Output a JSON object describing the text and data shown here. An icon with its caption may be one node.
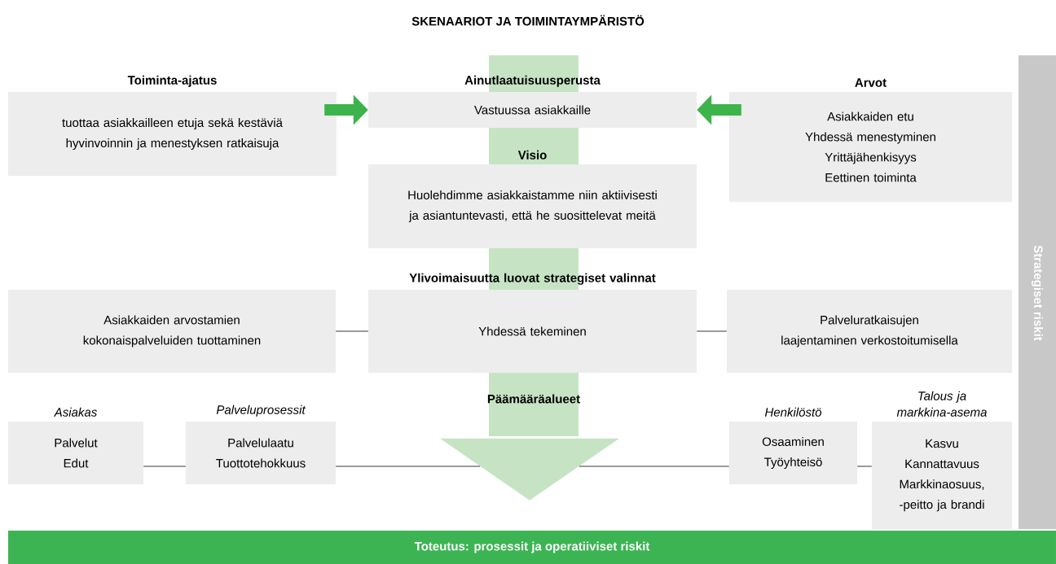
{
  "diagram": {
    "title": "SKENAARIOT JA TOIMINTAYMPÄRISTÖ",
    "nodes": [
      {
        "text": [
          "Toiminta-ajatus",
          "tuottaa asiakkailleen etuja sekä kestäviä hyvinvoinnin ja menestyksen ratkaisuja"
        ]
      },
      {
        "text": [
          "Ainutlaatuisuusperusta",
          "Vastuussa asiakkaille"
        ]
      },
      {
        "text": [
          "Arvot",
          "Asiakkaiden etu",
          "Yhdessä menestyminen",
          "Yrittäjähenkisyys",
          "Eettinen toiminta"
        ]
      },
      {
        "text": [
          "Visio",
          "Huolehdimme asiakkaistamme niin aktiivisesti ja asiantuntevasti, että he suosittelevat meitä"
        ]
      },
      {
        "text": [
          "Asiakkaiden arvostamien kokonaispalveluiden tuottaminen"
        ]
      },
      {
        "text": [
          "Ylivoimaisuutta luovat strategiset valinnat",
          "Yhdessä tekeminen"
        ]
      },
      {
        "text": [
          "Palveluratkaisujen laajentaminen verkostoitumisella"
        ]
      },
      {
        "text": [
          "Asiakas",
          "Palvelut",
          "Edut"
        ]
      },
      {
        "text": [
          "Palveluprosessit",
          "Palvelulaatu",
          "Tuottotehokkuus"
        ]
      },
      {
        "text": [
          "Henkilöstö",
          "Osaaminen",
          "Työyhteisö"
        ]
      },
      {
        "text": [
          "Talous ja markkina-asema",
          "Kasvu",
          "Kannattavuus",
          "Markkinaosuus, -peitto ja brandi"
        ]
      },
      {
        "text": [
          "Päämääräalueet"
        ]
      },
      {
        "text": [
          "Strategiset riskit"
        ]
      },
      {
        "text": [
          "Toteutus: prosessit ja operatiiviset riskit"
        ]
      }
    ],
    "edges": [
      {
        "from": 0,
        "to": 1,
        "arrow": "to",
        "style": "thick",
        "color": "#3cb44b"
      },
      {
        "from": 2,
        "to": 1,
        "arrow": "to",
        "style": "thick",
        "color": "#3cb44b"
      },
      {
        "from": 4,
        "to": 5,
        "arrow": "none"
      },
      {
        "from": 5,
        "to": 6,
        "arrow": "none"
      },
      {
        "from": 7,
        "to": 8,
        "arrow": "none"
      },
      {
        "from": 8,
        "to": 11,
        "arrow": "none"
      },
      {
        "from": 11,
        "to": 9,
        "arrow": "none"
      },
      {
        "from": 9,
        "to": 10,
        "arrow": "none"
      }
    ]
  }
}
